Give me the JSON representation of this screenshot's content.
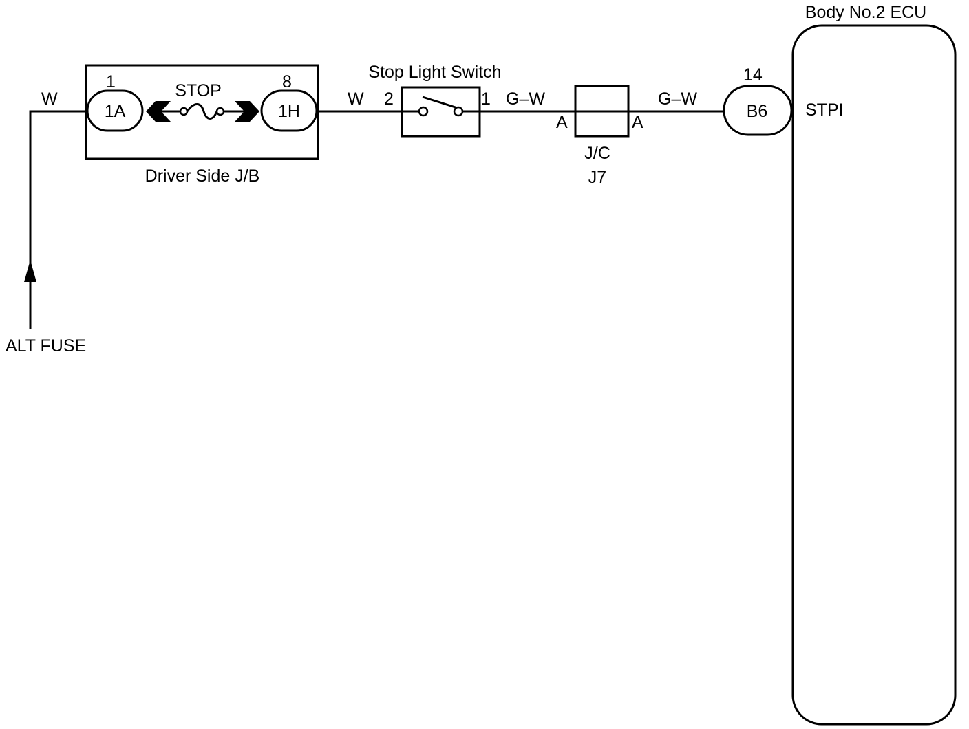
{
  "wires": {
    "w_left": "W",
    "w_mid": "W",
    "gw_left": "G–W",
    "gw_right": "G–W"
  },
  "source": {
    "label": "ALT FUSE"
  },
  "junction_block": {
    "label": "Driver Side J/B",
    "fuse_label": "STOP",
    "connector_left": {
      "id": "1A",
      "pin": "1"
    },
    "connector_right": {
      "id": "1H",
      "pin": "8"
    }
  },
  "stop_light_switch": {
    "label": "Stop Light Switch",
    "pin_in": "2",
    "pin_out": "1"
  },
  "junction_connector": {
    "label": "J/C",
    "id": "J7",
    "pin_left": "A",
    "pin_right": "A"
  },
  "ecu": {
    "label": "Body No.2 ECU",
    "connector": {
      "id": "B6",
      "pin": "14"
    },
    "terminal": "STPI"
  }
}
